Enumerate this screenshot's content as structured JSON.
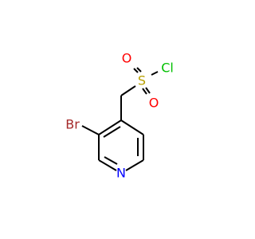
{
  "molecule": {
    "atoms": {
      "br": {
        "label": "Br",
        "color": "#a52a2a"
      },
      "n": {
        "label": "N",
        "color": "#0000ff"
      },
      "s": {
        "label": "S",
        "color": "#b8a000"
      },
      "o_top": {
        "label": "O",
        "color": "#ff0000"
      },
      "o_bottom": {
        "label": "O",
        "color": "#ff0000"
      },
      "cl": {
        "label": "Cl",
        "color": "#00c000"
      }
    },
    "bond_color": "#000000"
  }
}
